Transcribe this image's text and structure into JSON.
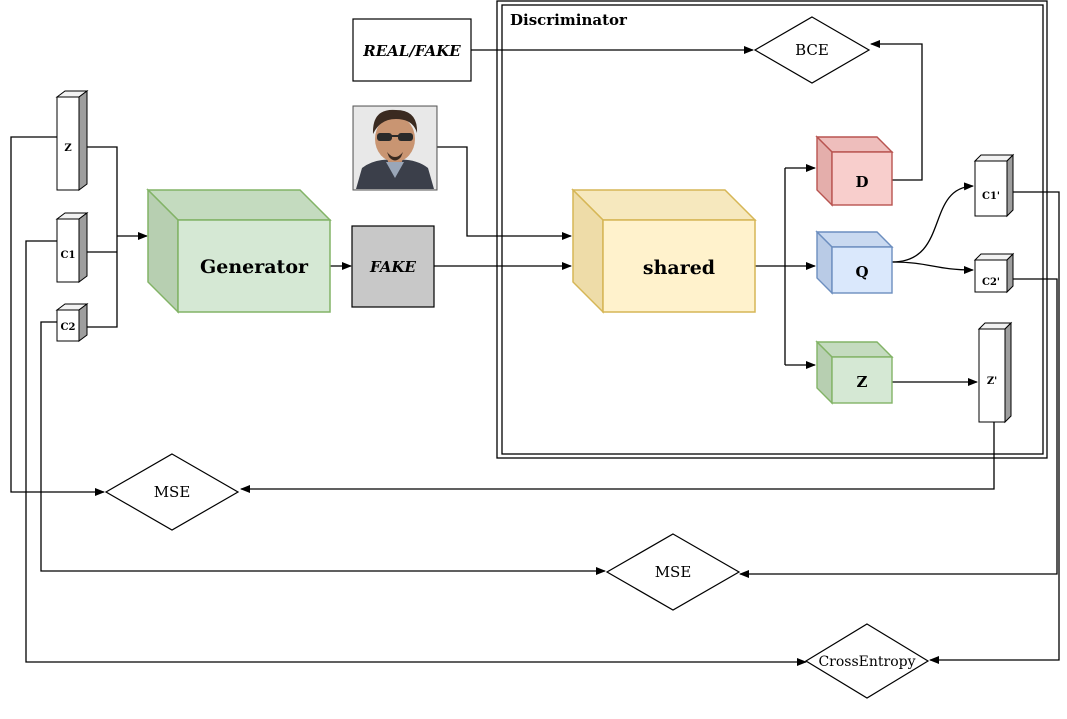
{
  "discriminator": {
    "title": "Discriminator"
  },
  "inputs": {
    "real_fake_label": "REAL/FAKE",
    "fake_label": "FAKE",
    "photo_icon": "portrait-photo-icon"
  },
  "latent": {
    "z": "Z",
    "c1": "C1",
    "c2": "C2"
  },
  "generator": {
    "label": "Generator"
  },
  "shared": {
    "label": "shared"
  },
  "heads": {
    "d": "D",
    "q": "Q",
    "z": "Z"
  },
  "outputs": {
    "c1p": "C1'",
    "c2p": "C2'",
    "zp": "Z'"
  },
  "losses": {
    "bce": "BCE",
    "mse_z": "MSE",
    "mse_c1": "MSE",
    "cross_entropy": "CrossEntropy"
  },
  "colors": {
    "generator_face": "#d5e8d4",
    "generator_stroke": "#82b366",
    "shared_face": "#fff2cc",
    "shared_stroke": "#d6b656",
    "d_face": "#f8cecc",
    "d_stroke": "#b85450",
    "q_face": "#dae8fc",
    "q_stroke": "#6c8ebf",
    "z_face": "#d5e8d4",
    "z_stroke": "#82b366",
    "fake_fill": "#c8c8c8"
  }
}
